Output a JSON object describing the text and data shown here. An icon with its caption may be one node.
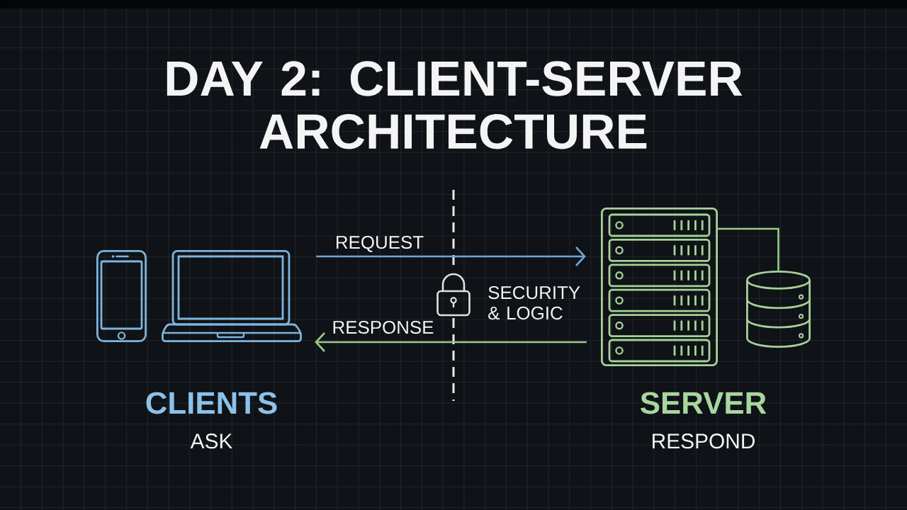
{
  "diagram": {
    "title": "DAY 2: CLIENT-SERVER ARCHITECTURE",
    "nodes": [
      {
        "text": [],
        "shape": "picture"
      },
      {
        "text": [],
        "shape": "picture"
      },
      {
        "text": [],
        "shape": "picture"
      },
      {
        "text": [],
        "shape": "cylinder"
      }
    ],
    "edges": [
      {
        "from": 1,
        "to": 2,
        "arrow": "to",
        "label": "REQUEST",
        "color": "#6ea6d4"
      },
      {
        "from": 2,
        "to": 1,
        "arrow": "to",
        "label": "RESPONSE",
        "color": "#9acb8e"
      },
      {
        "from": 2,
        "to": 3,
        "arrow": "none",
        "color": "#9acb8e"
      }
    ],
    "labels": [
      "SECURITY & LOGIC",
      "CLIENTS",
      "ASK",
      "SERVER",
      "RESPOND"
    ]
  }
}
